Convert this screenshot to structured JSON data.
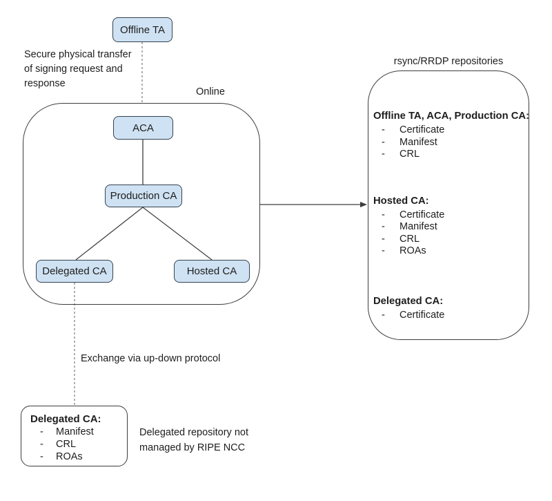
{
  "bullet": "-",
  "nodes": {
    "offline_ta": "Offline TA",
    "aca": "ACA",
    "production_ca": "Production CA",
    "delegated_ca": "Delegated CA",
    "hosted_ca": "Hosted CA"
  },
  "labels": {
    "online": "Online",
    "repositories_title": "rsync/RRDP repositories",
    "secure_transfer_note": "Secure physical transfer\nof signing request and\nresponse",
    "exchange_note": "Exchange via up-down protocol",
    "delegated_repo_note": "Delegated repository not\nmanaged by RIPE NCC"
  },
  "repository_box": {
    "sections": [
      {
        "heading": "Offline TA, ACA, Production CA:",
        "items": [
          "Certificate",
          "Manifest",
          "CRL"
        ]
      },
      {
        "heading": "Hosted CA:",
        "items": [
          "Certificate",
          "Manifest",
          "CRL",
          "ROAs"
        ]
      },
      {
        "heading": "Delegated CA:",
        "items": [
          "Certificate"
        ]
      }
    ]
  },
  "delegated_repository_box": {
    "heading": "Delegated CA:",
    "items": [
      "Manifest",
      "CRL",
      "ROAs"
    ]
  },
  "colors": {
    "node_fill": "#cfe2f3",
    "node_border": "#32414e",
    "connector": "#3c3c3c",
    "dashed_line": "#7a7a7a",
    "text": "#1d1d1d"
  }
}
